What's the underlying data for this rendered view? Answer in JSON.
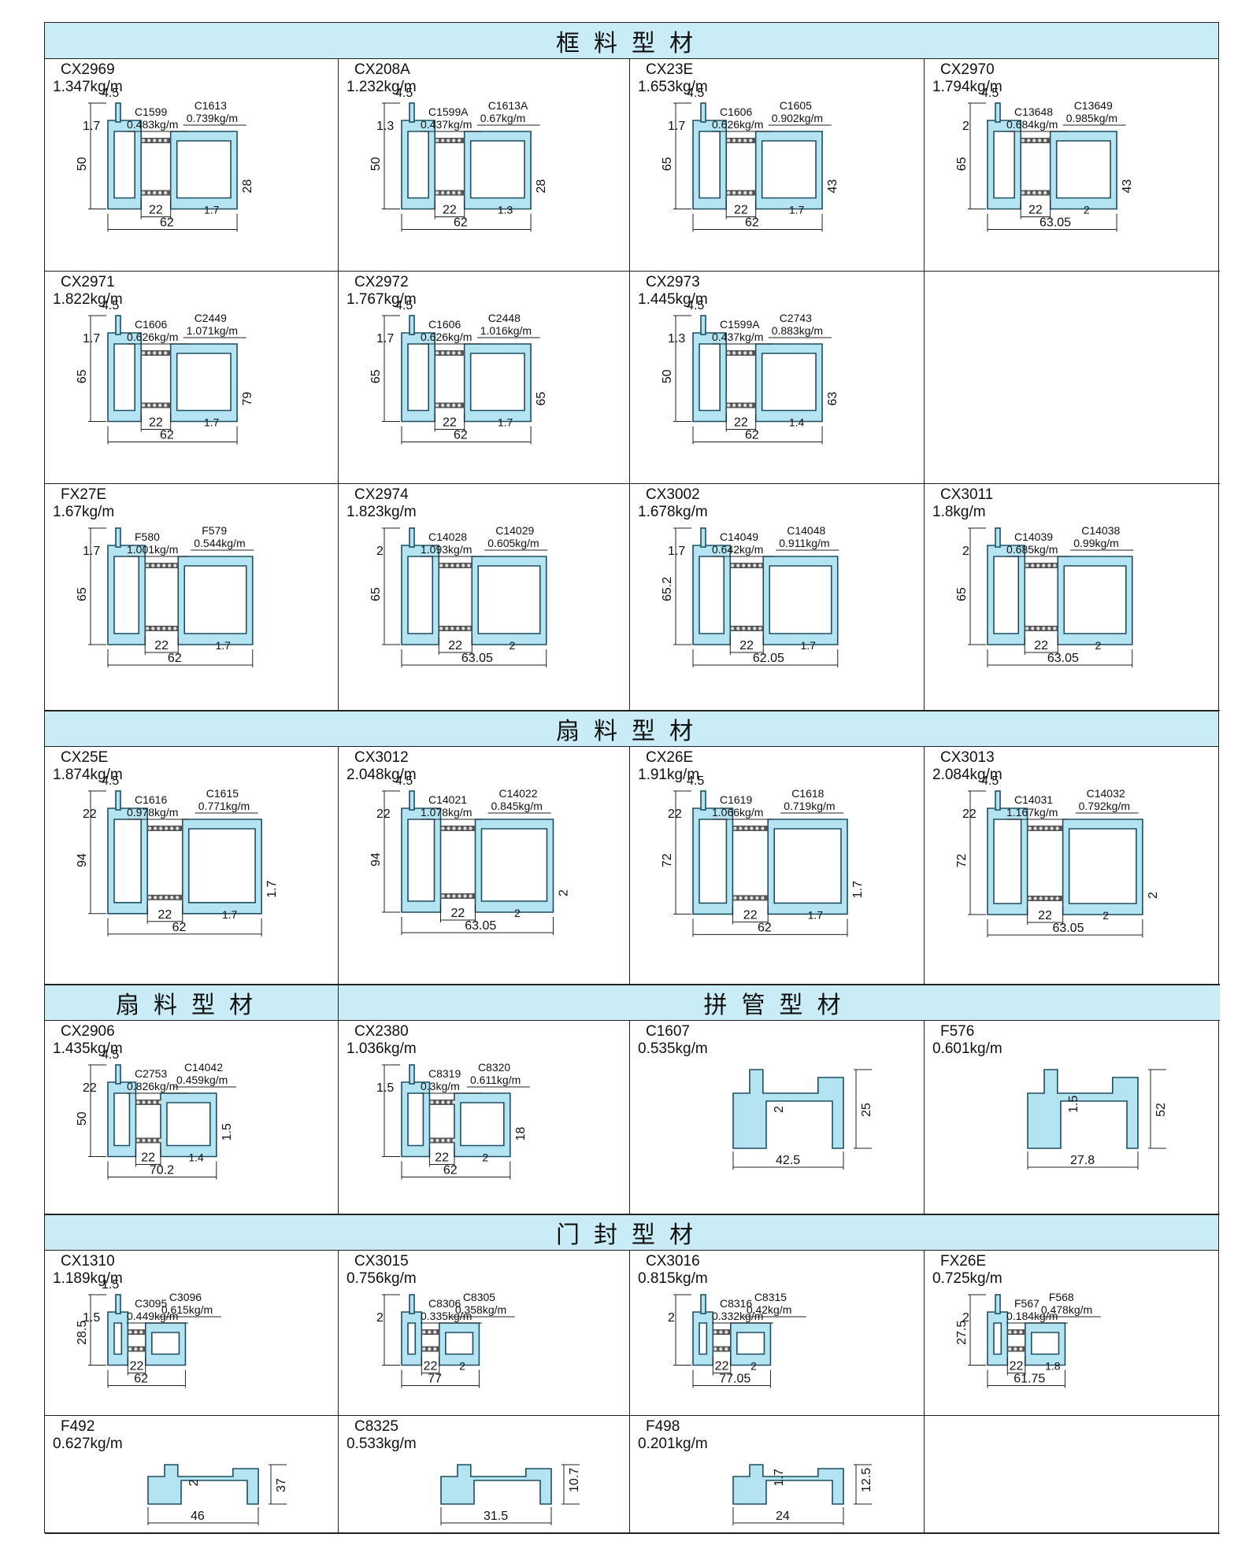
{
  "sections": {
    "frame": "框料型材",
    "sash1": "扇料型材",
    "sash2": "扇料型材",
    "mullion": "拼管型材",
    "doorseal": "门封型材"
  },
  "rows": [
    {
      "id": "r1",
      "items": [
        {
          "code": "CX2969",
          "weight": "1.347kg/m",
          "parts": [
            {
              "code": "C1599",
              "weight": "0.483kg/m"
            },
            {
              "code": "C1613",
              "weight": "0.739kg/m"
            }
          ],
          "dims": [
            "4.5",
            "1.7",
            "50",
            "22",
            "1.7",
            "28",
            "62"
          ]
        },
        {
          "code": "CX208A",
          "weight": "1.232kg/m",
          "parts": [
            {
              "code": "C1599A",
              "weight": "0.437kg/m"
            },
            {
              "code": "C1613A",
              "weight": "0.67kg/m"
            }
          ],
          "dims": [
            "4.5",
            "1.3",
            "50",
            "22",
            "1.3",
            "28",
            "62"
          ]
        },
        {
          "code": "CX23E",
          "weight": "1.653kg/m",
          "parts": [
            {
              "code": "C1606",
              "weight": "0.626kg/m"
            },
            {
              "code": "C1605",
              "weight": "0.902kg/m"
            }
          ],
          "dims": [
            "4.5",
            "1.7",
            "65",
            "22",
            "1.7",
            "43",
            "62"
          ]
        },
        {
          "code": "CX2970",
          "weight": "1.794kg/m",
          "parts": [
            {
              "code": "C13648",
              "weight": "0.684kg/m"
            },
            {
              "code": "C13649",
              "weight": "0.985kg/m"
            }
          ],
          "dims": [
            "4.5",
            "2",
            "65",
            "22",
            "2",
            "43",
            "63.05"
          ]
        }
      ]
    },
    {
      "id": "r2",
      "items": [
        {
          "code": "CX2971",
          "weight": "1.822kg/m",
          "parts": [
            {
              "code": "C1606",
              "weight": "0.626kg/m"
            },
            {
              "code": "C2449",
              "weight": "1.071kg/m"
            }
          ],
          "dims": [
            "4.5",
            "1.7",
            "65",
            "22",
            "1.7",
            "79",
            "62"
          ]
        },
        {
          "code": "CX2972",
          "weight": "1.767kg/m",
          "parts": [
            {
              "code": "C1606",
              "weight": "0.626kg/m"
            },
            {
              "code": "C2448",
              "weight": "1.016kg/m"
            }
          ],
          "dims": [
            "4.5",
            "1.7",
            "65",
            "22",
            "1.7",
            "65",
            "62"
          ]
        },
        {
          "code": "CX2973",
          "weight": "1.445kg/m",
          "parts": [
            {
              "code": "C1599A",
              "weight": "0.437kg/m"
            },
            {
              "code": "C2743",
              "weight": "0.883kg/m"
            }
          ],
          "dims": [
            "4.5",
            "1.3",
            "50",
            "22",
            "1.4",
            "63",
            "62"
          ]
        },
        null
      ]
    },
    {
      "id": "r3",
      "items": [
        {
          "code": "FX27E",
          "weight": "1.67kg/m",
          "parts": [
            {
              "code": "F580",
              "weight": "1.001kg/m"
            },
            {
              "code": "F579",
              "weight": "0.544kg/m"
            }
          ],
          "dims": [
            "",
            "1.7",
            "65",
            "22",
            "1.7",
            "",
            "62"
          ]
        },
        {
          "code": "CX2974",
          "weight": "1.823kg/m",
          "parts": [
            {
              "code": "C14028",
              "weight": "1.093kg/m"
            },
            {
              "code": "C14029",
              "weight": "0.605kg/m"
            }
          ],
          "dims": [
            "",
            "2",
            "65",
            "22",
            "2",
            "",
            "63.05"
          ]
        },
        {
          "code": "CX3002",
          "weight": "1.678kg/m",
          "parts": [
            {
              "code": "C14049",
              "weight": "0.642kg/m"
            },
            {
              "code": "C14048",
              "weight": "0.911kg/m"
            }
          ],
          "dims": [
            "",
            "1.7",
            "65.2",
            "22",
            "1.7",
            "",
            "62.05"
          ]
        },
        {
          "code": "CX3011",
          "weight": "1.8kg/m",
          "parts": [
            {
              "code": "C14039",
              "weight": "0.685kg/m"
            },
            {
              "code": "C14038",
              "weight": "0.99kg/m"
            }
          ],
          "dims": [
            "",
            "2",
            "65",
            "22",
            "2",
            "",
            "63.05"
          ]
        }
      ]
    },
    {
      "id": "r4",
      "items": [
        {
          "code": "CX25E",
          "weight": "1.874kg/m",
          "parts": [
            {
              "code": "C1616",
              "weight": "0.978kg/m"
            },
            {
              "code": "C1615",
              "weight": "0.771kg/m"
            }
          ],
          "dims": [
            "4.5",
            "22",
            "94",
            "22",
            "1.7",
            "1.7",
            "62"
          ]
        },
        {
          "code": "CX3012",
          "weight": "2.048kg/m",
          "parts": [
            {
              "code": "C14021",
              "weight": "1.078kg/m"
            },
            {
              "code": "C14022",
              "weight": "0.845kg/m"
            }
          ],
          "dims": [
            "4.5",
            "22",
            "94",
            "22",
            "2",
            "2",
            "63.05"
          ]
        },
        {
          "code": "CX26E",
          "weight": "1.91kg/m",
          "parts": [
            {
              "code": "C1619",
              "weight": "1.066kg/m"
            },
            {
              "code": "C1618",
              "weight": "0.719kg/m"
            }
          ],
          "dims": [
            "4.5",
            "22",
            "72",
            "22",
            "1.7",
            "1.7",
            "62"
          ]
        },
        {
          "code": "CX3013",
          "weight": "2.084kg/m",
          "parts": [
            {
              "code": "C14031",
              "weight": "1.167kg/m"
            },
            {
              "code": "C14032",
              "weight": "0.792kg/m"
            }
          ],
          "dims": [
            "4.5",
            "22",
            "72",
            "22",
            "2",
            "2",
            "63.05"
          ]
        }
      ]
    },
    {
      "id": "r5",
      "items": [
        {
          "code": "CX2906",
          "weight": "1.435kg/m",
          "parts": [
            {
              "code": "C2753",
              "weight": "0.826kg/m"
            },
            {
              "code": "C14042",
              "weight": "0.459kg/m"
            }
          ],
          "dims": [
            "4.5",
            "22",
            "50",
            "22",
            "1.4",
            "1.5",
            "70.2"
          ]
        },
        {
          "code": "CX2380",
          "weight": "1.036kg/m",
          "parts": [
            {
              "code": "C8319",
              "weight": "0.3kg/m"
            },
            {
              "code": "C8320",
              "weight": "0.611kg/m"
            }
          ],
          "dims": [
            "",
            "1.5",
            "",
            "22",
            "2",
            "18",
            "62"
          ]
        },
        {
          "code": "C1607",
          "weight": "0.535kg/m",
          "parts": [],
          "dims": [
            "",
            "2",
            "25",
            "",
            "",
            "",
            "42.5"
          ]
        },
        {
          "code": "F576",
          "weight": "0.601kg/m",
          "parts": [],
          "dims": [
            "",
            "1.5",
            "52",
            "",
            "",
            "",
            "27.8"
          ]
        }
      ]
    },
    {
      "id": "r6",
      "items": [
        {
          "code": "CX1310",
          "weight": "1.189kg/m",
          "parts": [
            {
              "code": "C3095",
              "weight": "0.449kg/m"
            },
            {
              "code": "C3096",
              "weight": "0.615kg/m"
            }
          ],
          "dims": [
            "1.5",
            "1.5",
            "28.5",
            "22",
            "",
            "",
            "62"
          ]
        },
        {
          "code": "CX3015",
          "weight": "0.756kg/m",
          "parts": [
            {
              "code": "C8306",
              "weight": "0.335kg/m"
            },
            {
              "code": "C8305",
              "weight": "0.358kg/m"
            }
          ],
          "dims": [
            "",
            "2",
            "",
            "22",
            "2",
            "",
            "77"
          ]
        },
        {
          "code": "CX3016",
          "weight": "0.815kg/m",
          "parts": [
            {
              "code": "C8316",
              "weight": "0.332kg/m"
            },
            {
              "code": "C8315",
              "weight": "0.42kg/m"
            }
          ],
          "dims": [
            "",
            "2",
            "",
            "22",
            "2",
            "",
            "77.05"
          ]
        },
        {
          "code": "FX26E",
          "weight": "0.725kg/m",
          "parts": [
            {
              "code": "F567",
              "weight": "0.184kg/m"
            },
            {
              "code": "F568",
              "weight": "0.478kg/m"
            }
          ],
          "dims": [
            "",
            "2",
            "27.5",
            "22",
            "1.8",
            "",
            "61.75"
          ]
        }
      ]
    },
    {
      "id": "r7",
      "items": [
        {
          "code": "F492",
          "weight": "0.627kg/m",
          "parts": [],
          "dims": [
            "",
            "2",
            "37",
            "",
            "",
            "",
            "46"
          ]
        },
        {
          "code": "C8325",
          "weight": "0.533kg/m",
          "parts": [],
          "dims": [
            "",
            "",
            "10.7",
            "",
            "",
            "",
            "31.5"
          ]
        },
        {
          "code": "F498",
          "weight": "0.201kg/m",
          "parts": [],
          "dims": [
            "",
            "1.7",
            "12.5",
            "",
            "",
            "",
            "24"
          ]
        },
        null
      ]
    }
  ]
}
